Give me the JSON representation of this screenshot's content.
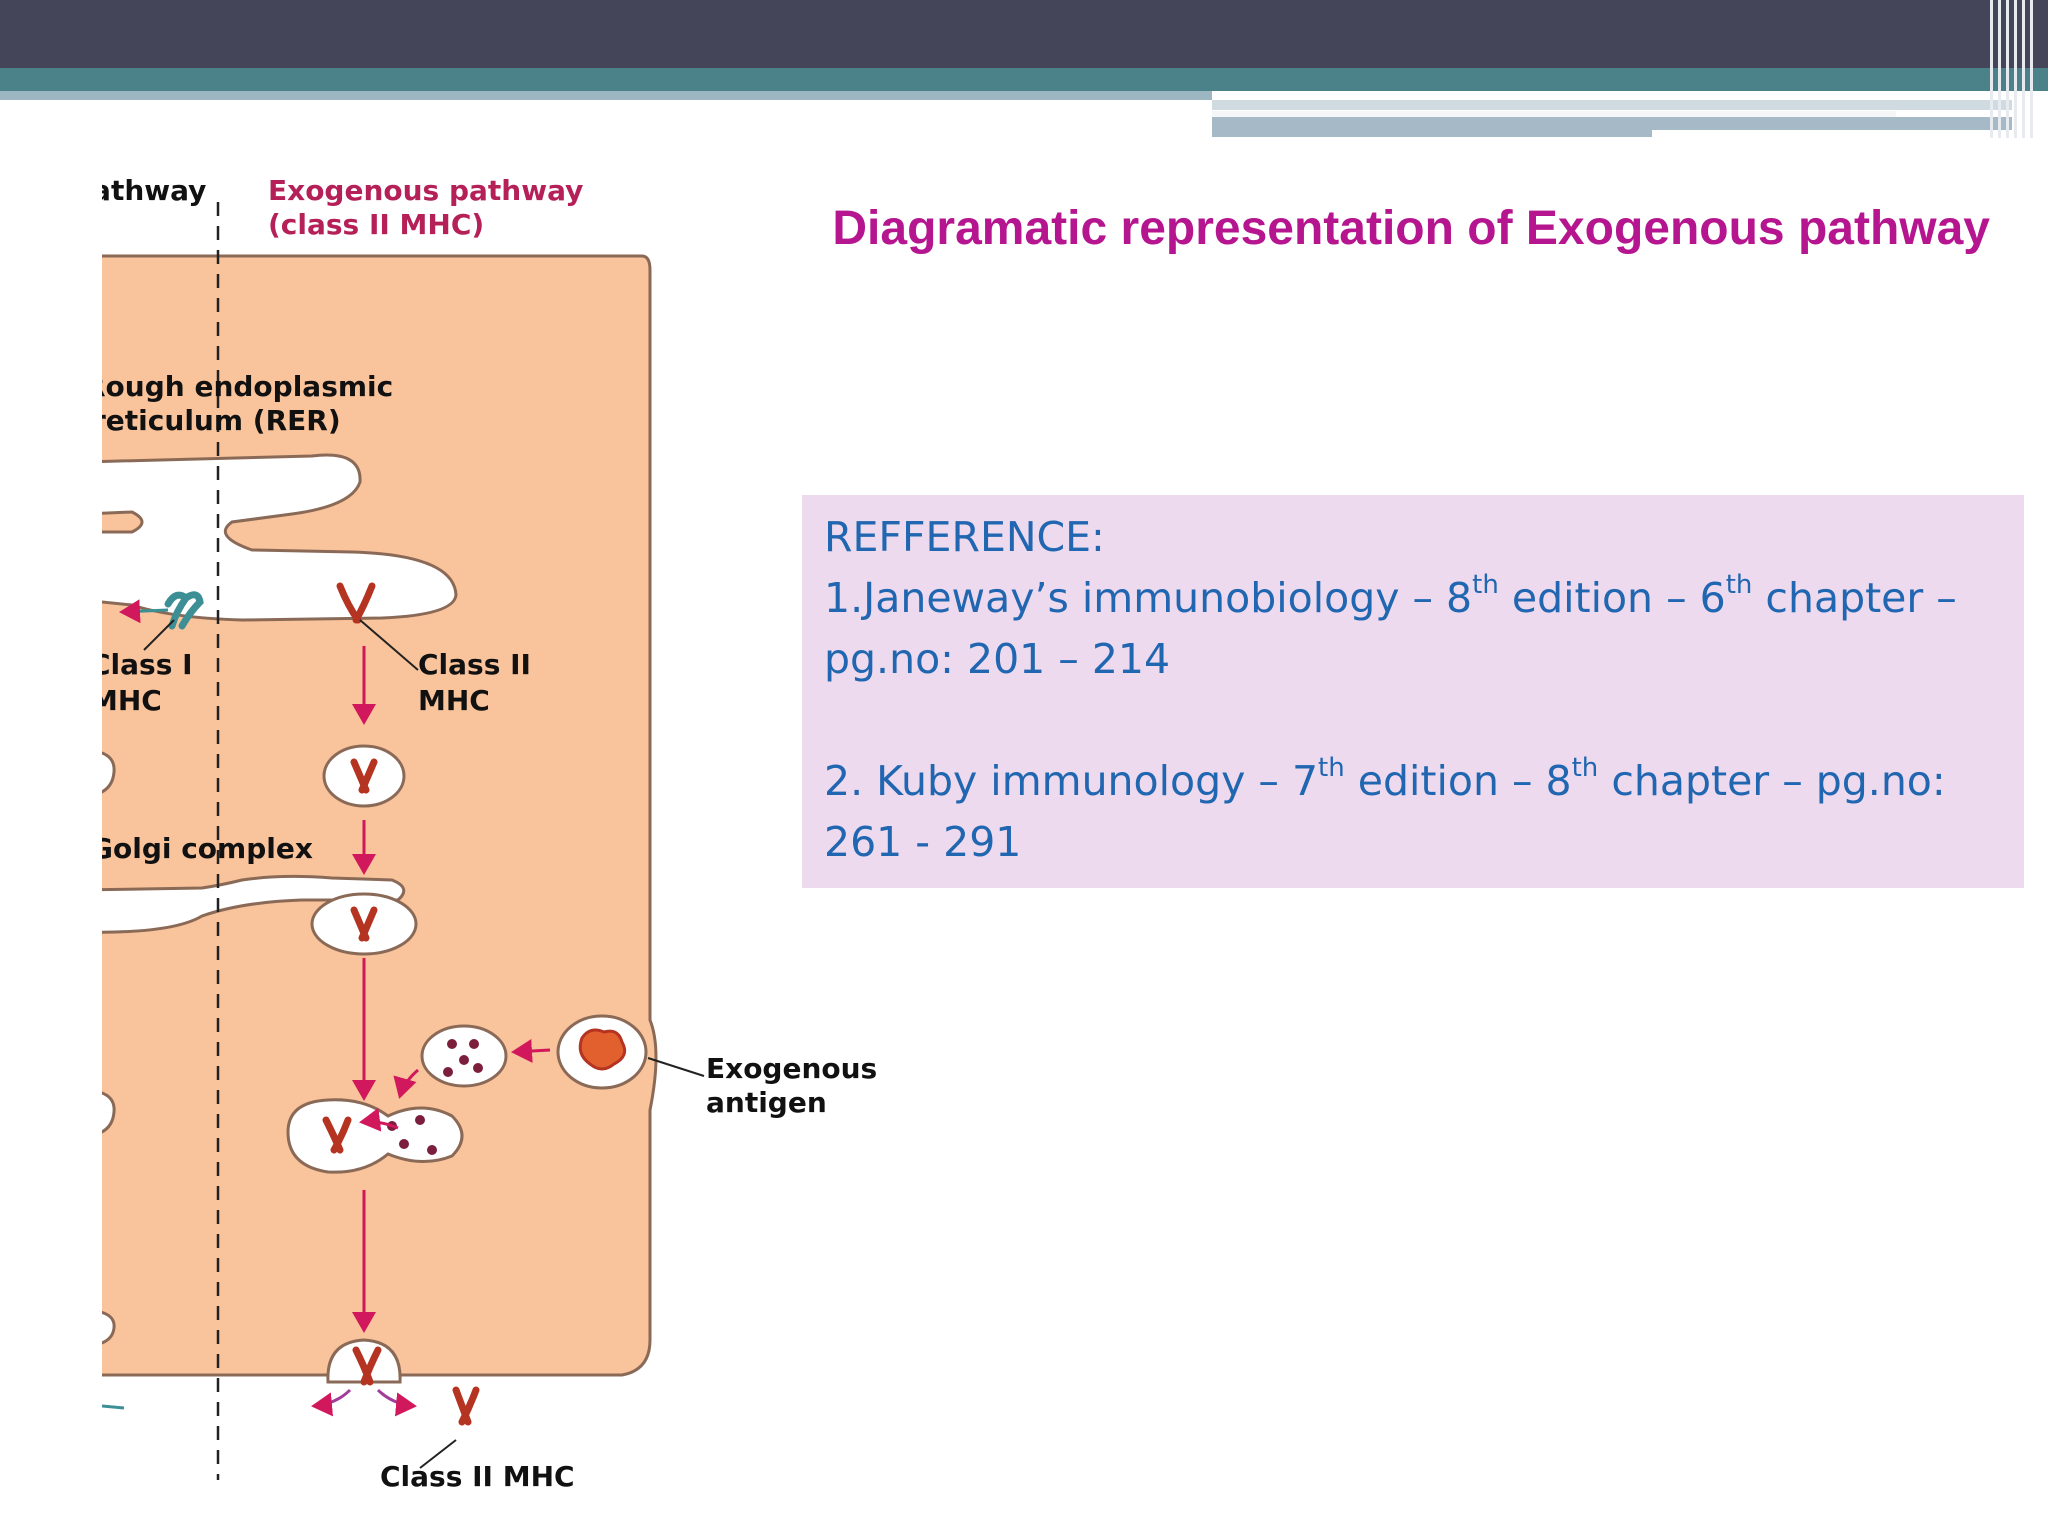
{
  "slide": {
    "title": "Diagramatic representation of Exogenous pathway"
  },
  "reference": {
    "heading": "REFFERENCE:",
    "items": [
      {
        "prefix": "1.Janeway’s immunobiology – 8",
        "sup1": "th",
        "mid": " edition – 6",
        "sup2": "th",
        "suffix": " chapter –",
        "line2": "pg.no: 201 – 214"
      },
      {
        "prefix": "2.  Kuby immunology – 7",
        "sup1": "th",
        "mid": " edition – 8",
        "sup2": "th",
        "suffix": " chapter – pg.no:",
        "line2": "261 - 291"
      }
    ]
  },
  "diagram": {
    "left_header": "pathway",
    "header_line1": "Exogenous pathway",
    "header_line2": "(class II MHC)",
    "rer_line1": "Rough endoplasmic",
    "rer_line2": "reticulum (RER)",
    "class1_line1": "Class I",
    "class1_line2": "MHC",
    "class2_line1": "Class II",
    "class2_line2": "MHC",
    "golgi": "Golgi complex",
    "antigen_line1": "Exogenous",
    "antigen_line2": "antigen",
    "bottom_label": "Class II MHC",
    "colors": {
      "cell": "#f9c39b",
      "membrane": "#8a6a57",
      "arrow": "#d1185c",
      "header": "#b42057",
      "class1": "#3d8f96",
      "mhc2": "#b53321"
    }
  }
}
